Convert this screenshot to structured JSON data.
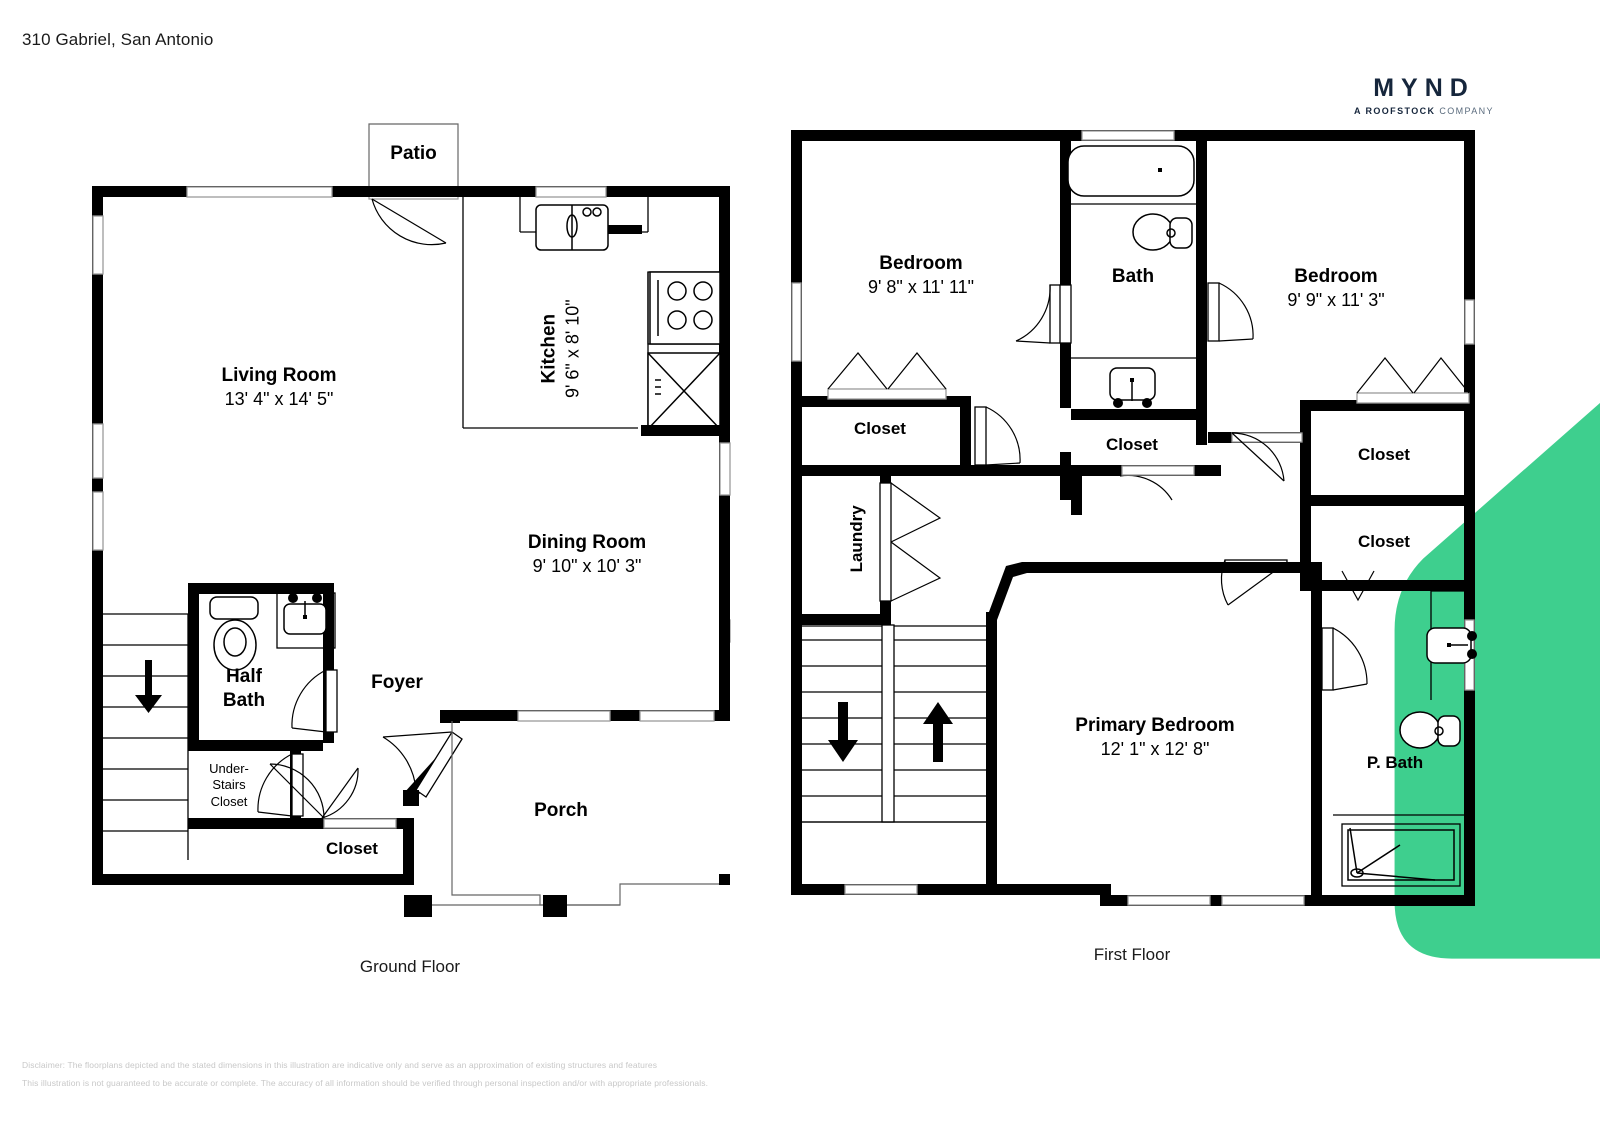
{
  "header": {
    "address": "310 Gabriel, San Antonio"
  },
  "logo": {
    "wordmark": "MYND",
    "tagline_bold": "A ROOFSTOCK",
    "tagline_rest": " COMPANY",
    "color_light": "#3ECF8E",
    "color_dark": "#2FB884",
    "text_color": "#16263c"
  },
  "floors": [
    {
      "id": "ground",
      "caption": "Ground Floor"
    },
    {
      "id": "first",
      "caption": "First Floor"
    }
  ],
  "ground_floor": {
    "caption": "Ground Floor",
    "rooms": [
      {
        "name": "Patio",
        "dims": ""
      },
      {
        "name": "Living Room",
        "dims": "13' 4\" x 14' 5\""
      },
      {
        "name": "Kitchen",
        "dims": "9' 6\" x 8' 10\""
      },
      {
        "name": "Dining Room",
        "dims": "9' 10\" x 10' 3\""
      },
      {
        "name": "Half Bath",
        "dims": ""
      },
      {
        "name": "Foyer",
        "dims": ""
      },
      {
        "name": "Under-Stairs Closet",
        "dims": ""
      },
      {
        "name": "Closet",
        "dims": ""
      },
      {
        "name": "Porch",
        "dims": ""
      }
    ],
    "labels": {
      "patio": "Patio",
      "living_room": "Living Room",
      "living_room_dims": "13' 4\" x 14' 5\"",
      "kitchen": "Kitchen",
      "kitchen_dims": "9' 6\" x 8' 10\"",
      "dining_room": "Dining Room",
      "dining_room_dims": "9' 10\" x 10' 3\"",
      "half_bath_line1": "Half",
      "half_bath_line2": "Bath",
      "foyer": "Foyer",
      "understairs_line1": "Under-",
      "understairs_line2": "Stairs",
      "understairs_line3": "Closet",
      "closet": "Closet",
      "porch": "Porch"
    },
    "fixtures": [
      "kitchen-sink",
      "range",
      "refrigerator",
      "toilet",
      "sink",
      "stairs-down-arrow"
    ]
  },
  "first_floor": {
    "caption": "First Floor",
    "rooms": [
      {
        "name": "Bedroom",
        "dims": "9' 8\" x 11' 11\""
      },
      {
        "name": "Bath",
        "dims": ""
      },
      {
        "name": "Bedroom",
        "dims": "9' 9\" x 11' 3\""
      },
      {
        "name": "Closet",
        "dims": ""
      },
      {
        "name": "Closet",
        "dims": ""
      },
      {
        "name": "Closet",
        "dims": ""
      },
      {
        "name": "Closet",
        "dims": ""
      },
      {
        "name": "Laundry",
        "dims": ""
      },
      {
        "name": "Primary Bedroom",
        "dims": "12' 1\" x 12' 8\""
      },
      {
        "name": "P. Bath",
        "dims": ""
      }
    ],
    "labels": {
      "bedroom_left": "Bedroom",
      "bedroom_left_dims": "9' 8\" x 11' 11\"",
      "bath": "Bath",
      "bedroom_right": "Bedroom",
      "bedroom_right_dims": "9' 9\" x 11' 3\"",
      "closet_left": "Closet",
      "closet_mid": "Closet",
      "closet_right_top": "Closet",
      "closet_right_bottom": "Closet",
      "laundry": "Laundry",
      "primary_bedroom": "Primary Bedroom",
      "primary_bedroom_dims": "12' 1\" x 12' 8\"",
      "p_bath": "P. Bath"
    },
    "fixtures": [
      "bathtub",
      "toilet",
      "sink",
      "shower",
      "stairs-down-arrow",
      "stairs-up-arrow"
    ]
  },
  "disclaimer": {
    "line1": "Disclaimer: The floorplans depicted and the stated dimensions in this illustration are indicative only and serve as an approximation of existing structures and features",
    "line2": "This illustration is not guaranteed to be accurate or complete. The accuracy of all information should be verified through personal inspection and/or with appropriate professionals."
  }
}
